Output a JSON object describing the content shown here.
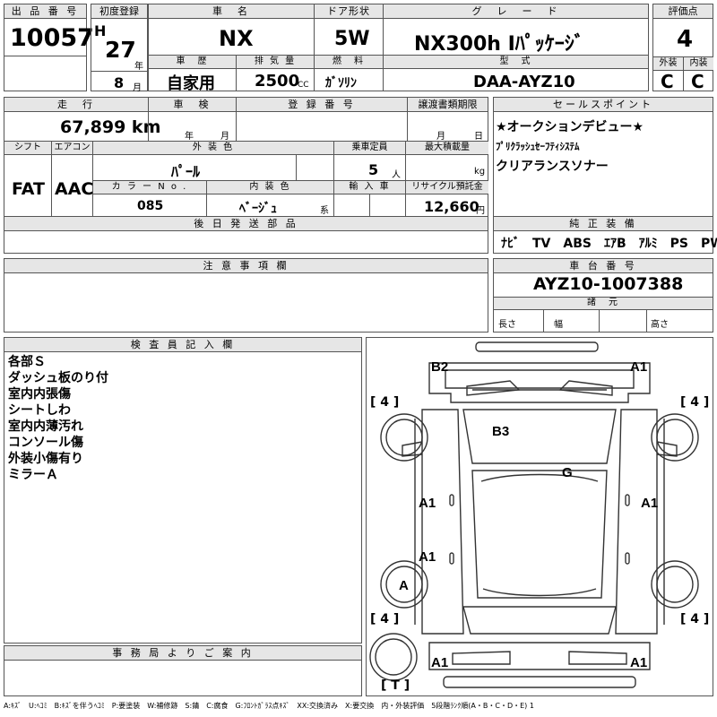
{
  "lot": {
    "label": "出 品 番 号",
    "value": "10057"
  },
  "first_reg": {
    "label": "初度登録",
    "era": "H",
    "year": "27",
    "year_unit": "年",
    "month": "8",
    "month_unit": "月"
  },
  "car_name": {
    "label": "車　名",
    "value": "NX"
  },
  "door": {
    "label": "ドア形状",
    "value": "5W"
  },
  "grade": {
    "label": "グ　レ　ー　ド",
    "value": "NX300h Iﾊﾟｯｹｰｼﾞ"
  },
  "score": {
    "label": "評価点",
    "value": "4",
    "ext_label": "外装",
    "int_label": "内装",
    "ext_value": "C",
    "int_value": "C"
  },
  "history": {
    "label": "車　歴",
    "value": "自家用"
  },
  "displacement": {
    "label": "排 気 量",
    "value": "2500",
    "unit": "CC"
  },
  "fuel": {
    "label": "燃　料",
    "value": "ｶﾞｿﾘﾝ"
  },
  "model": {
    "label": "型　式",
    "value": "DAA-AYZ10"
  },
  "mileage": {
    "label": "走　行",
    "value": "67,899 km"
  },
  "inspection": {
    "label": "車　検",
    "year_unit": "年",
    "month_unit": "月"
  },
  "reg_no": {
    "label": "登 録 番 号"
  },
  "transfer": {
    "label": "譲渡書類期限",
    "month_unit": "月",
    "day_unit": "日"
  },
  "shift": {
    "label": "シフト",
    "value": "FAT"
  },
  "ac": {
    "label": "エアコン",
    "value": "AAC"
  },
  "ext_color": {
    "label": "外 装 色",
    "value": "ﾊﾟｰﾙ"
  },
  "seats": {
    "label": "乗車定員",
    "value": "5",
    "unit": "人"
  },
  "max_load": {
    "label": "最大積載量",
    "unit": "kg"
  },
  "color_no": {
    "label": "カ ラ ー N o .",
    "value": "085"
  },
  "int_color": {
    "label": "内 装 色",
    "value": "ﾍﾞｰｼﾞｭ",
    "unit": "系"
  },
  "import": {
    "label": "輸 入 車"
  },
  "recycle": {
    "label": "リサイクル預託金",
    "value": "12,660",
    "unit": "円"
  },
  "later_parts": {
    "label": "後 日 発 送 部 品"
  },
  "sales_points": {
    "label": "セールスポイント",
    "lines": [
      "★オークションデビュー★",
      "ﾌﾟﾘｸﾗｯｼｭｾｰﾌﾃｨｼｽﾃﾑ",
      "クリアランスソナー"
    ]
  },
  "equipment": {
    "label": "純 正 装 備",
    "value": "ﾅﾋﾞ　TV　ABS　ｴｱB　ｱﾙﾐ　PS　PW"
  },
  "caution": {
    "label": "注 意 事 項 欄"
  },
  "chassis": {
    "label": "車 台 番 号",
    "value": "AYZ10-1007388"
  },
  "specs": {
    "label": "諸　元",
    "length": "長さ",
    "width": "幅",
    "height": "高さ"
  },
  "inspector": {
    "label": "検 査 員 記 入 欄",
    "notes": [
      "各部Ｓ",
      "ダッシュ板のり付",
      "室内内張傷",
      "シートしわ",
      "室内内薄汚れ",
      "コンソール傷",
      "外装小傷有り",
      "ミラーＡ"
    ]
  },
  "office": {
    "label": "事 務 局 よ り ご 案 内"
  },
  "diagram": {
    "marks": {
      "b2": "B2",
      "a1_tr": "A1",
      "b3": "B3",
      "g": "G",
      "a1_ml": "A1",
      "a1_mr": "A1",
      "a1_ll": "A1",
      "a_wheel": "A",
      "a1_bl": "A1",
      "a1_br": "A1"
    },
    "tires": {
      "fl": "4",
      "fr": "4",
      "rl": "4",
      "rr": "4",
      "spare": "T"
    }
  },
  "legend": "A:ｷｽﾞ　U:ﾍｺﾐ　B:ｷｽﾞを伴うﾍｺﾐ　P:要塗装　W:補修跡　S:錆　C:腐食　G:ﾌﾛﾝﾄｶﾞﾗｽ点ｷｽﾞ　XX:交換済み　X:要交換　内・外装評価　5段階ﾗﾝｸ順(A・B・C・D・E) 1"
}
